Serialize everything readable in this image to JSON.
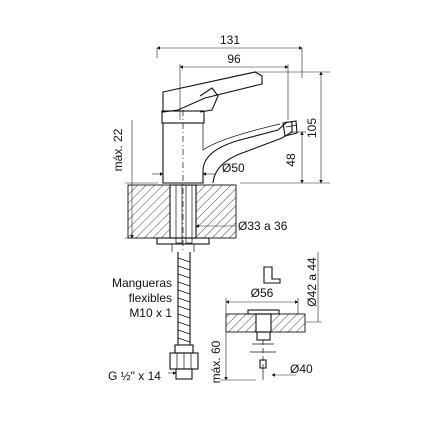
{
  "dimensions": {
    "overall_width": "131",
    "spout_reach": "96",
    "height_total": "105",
    "spout_height": "48",
    "max_thickness": "máx. 22",
    "base_diameter": "Ø50",
    "hole_diameter": "Ø33 a 36",
    "detail_hole": "Ø42 a 44",
    "detail_flange": "Ø56",
    "detail_bottom": "Ø40",
    "detail_max": "máx. 60"
  },
  "hoses": {
    "line1": "Mangueras",
    "line2": "flexibles",
    "line3": "M10 x 1"
  },
  "thread": "G ½\" x 14"
}
